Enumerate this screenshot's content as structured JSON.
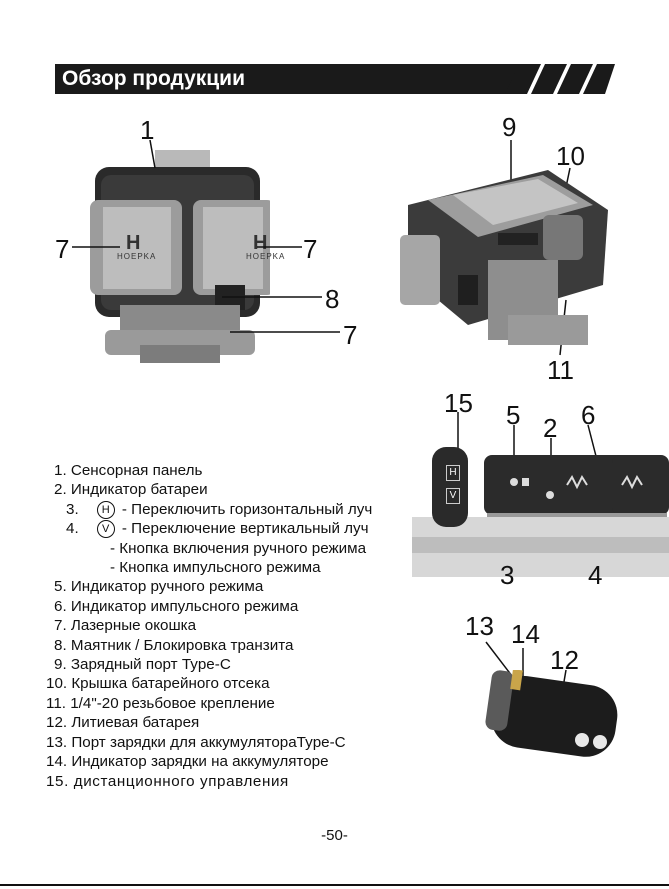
{
  "header": {
    "title": "Обзор продукции"
  },
  "callouts": {
    "n1": "1",
    "n7a": "7",
    "n7b": "7",
    "n8": "8",
    "n7c": "7",
    "n9": "9",
    "n10": "10",
    "n11": "11",
    "n15": "15",
    "n5": "5",
    "n2": "2",
    "n6": "6",
    "n3": "3",
    "n4": "4",
    "n13": "13",
    "n14": "14",
    "n12": "12"
  },
  "device": {
    "brand": "HOEPKA",
    "brand_letter": "H"
  },
  "buttons": {
    "h": "H",
    "v": "V"
  },
  "legend": {
    "item1": "1. Сенсорная панель",
    "item2": "2. Индикатор батареи",
    "item3_num": "3.",
    "item3_text": " - Переключить горизонтальный луч",
    "item4_num": "4.",
    "item4_text": " - Переключение вертикальный луч",
    "item4_sub1": "- Кнопка включения ручного режима",
    "item4_sub2": "- Кнопка импульсного режима",
    "item5": "5. Индикатор ручного режима",
    "item6": "6. Индикатор импульсного режима",
    "item7": "7. Лазерные окошка",
    "item8": "8. Маятник / Блокировка транзита",
    "item9": "9. Зарядный порт Type-C",
    "item10": "10. Крышка батарейного отсека",
    "item11": "11. 1/4\"-20 резьбовое крепление",
    "item12": "12. Литиевая батарея",
    "item13": "13. Порт зарядки для аккумулятораType-C",
    "item14": "14. Индикатор зарядки на аккумуляторе",
    "item15": "15. дистанционного управления"
  },
  "footer": {
    "page": "-50-"
  }
}
